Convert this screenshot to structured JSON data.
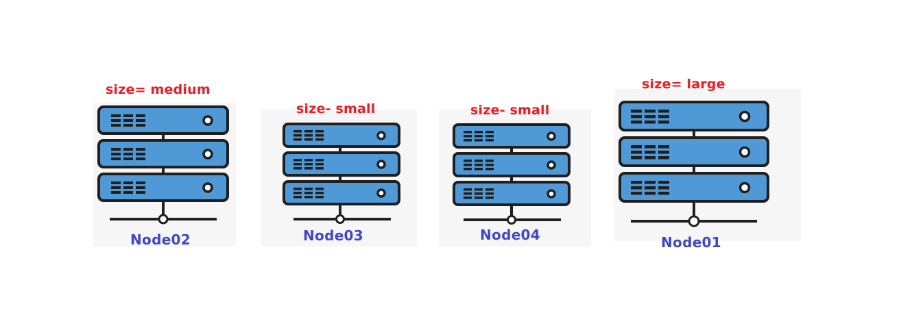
{
  "colors": {
    "size_label": "#ee1c25",
    "node_name": "#3f48cc",
    "server_body": "#4f99d6",
    "outline": "#1f1f1f"
  },
  "icons": [
    "server-rack-icon"
  ],
  "nodes": [
    {
      "name": "Node02",
      "size_label": "size= medium"
    },
    {
      "name": "Node03",
      "size_label": "size- small"
    },
    {
      "name": "Node04",
      "size_label": "size- small"
    },
    {
      "name": "Node01",
      "size_label": "size= large"
    }
  ]
}
